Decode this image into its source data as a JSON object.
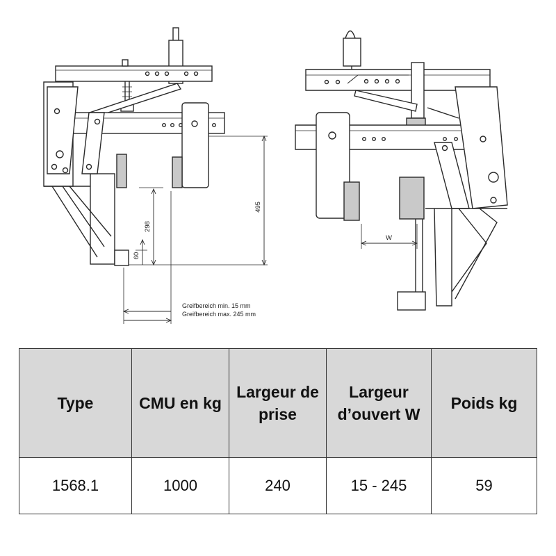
{
  "drawing": {
    "dim_height_total": "495",
    "dim_height_mid": "298",
    "dim_height_low": "60",
    "note_min": "Greifbereich min. 15 mm",
    "note_max": "Greifbereich max. 245 mm",
    "label_w": "W"
  },
  "table": {
    "headers": [
      "Type",
      "CMU en kg",
      "Largeur de prise",
      "Largeur d’ouvert W",
      "Poids kg"
    ],
    "rows": [
      [
        "1568.1",
        "1000",
        "240",
        "15 - 245",
        "59"
      ]
    ]
  },
  "colors": {
    "header_bg": "#d8d8d8",
    "line": "#333333",
    "drawing": "#2a2a2a",
    "shade": "#c9c9c9"
  }
}
